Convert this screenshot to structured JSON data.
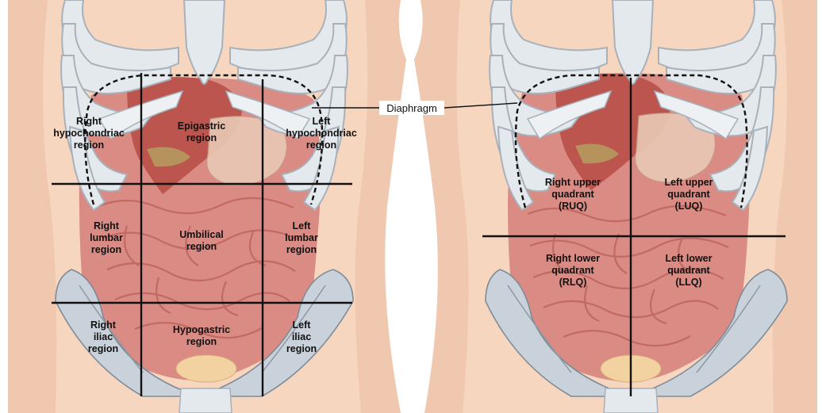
{
  "colors": {
    "skin": "#f6d6bf",
    "skin_edge": "#e9b89b",
    "bone": "#e4e9ed",
    "bone_edge": "#a8b1ba",
    "organ": "#b8504a",
    "intestine": "#d98b84",
    "intestine_dark": "#b9605a",
    "pelvis": "#c9d2db",
    "line": "#111111",
    "bladder": "#f3d2a2"
  },
  "callout": {
    "label": "Diaphragm"
  },
  "regions_diagram": {
    "icons": [
      "ribcage-icon",
      "sternum-icon",
      "liver-icon",
      "stomach-icon",
      "small-intestine-icon",
      "pelvis-icon",
      "spine-icon"
    ],
    "regions": [
      {
        "key": "right_hypochondriac",
        "lines": [
          "Right",
          "hypochondriac",
          "region"
        ]
      },
      {
        "key": "epigastric",
        "lines": [
          "Epigastric",
          "region"
        ]
      },
      {
        "key": "left_hypochondriac",
        "lines": [
          "Left",
          "hypochondriac",
          "region"
        ]
      },
      {
        "key": "right_lumbar",
        "lines": [
          "Right",
          "lumbar",
          "region"
        ]
      },
      {
        "key": "umbilical",
        "lines": [
          "Umbilical",
          "region"
        ]
      },
      {
        "key": "left_lumbar",
        "lines": [
          "Left",
          "lumbar",
          "region"
        ]
      },
      {
        "key": "right_iliac",
        "lines": [
          "Right",
          "iliac",
          "region"
        ]
      },
      {
        "key": "hypogastric",
        "lines": [
          "Hypogastric",
          "region"
        ]
      },
      {
        "key": "left_iliac",
        "lines": [
          "Left",
          "iliac",
          "region"
        ]
      }
    ]
  },
  "quadrants_diagram": {
    "quadrants": [
      {
        "key": "ruq",
        "lines": [
          "Right upper",
          "quadrant",
          "(RUQ)"
        ]
      },
      {
        "key": "luq",
        "lines": [
          "Left upper",
          "quadrant",
          "(LUQ)"
        ]
      },
      {
        "key": "rlq",
        "lines": [
          "Right lower",
          "quadrant",
          "(RLQ)"
        ]
      },
      {
        "key": "llq",
        "lines": [
          "Left lower",
          "quadrant",
          "(LLQ)"
        ]
      }
    ]
  }
}
